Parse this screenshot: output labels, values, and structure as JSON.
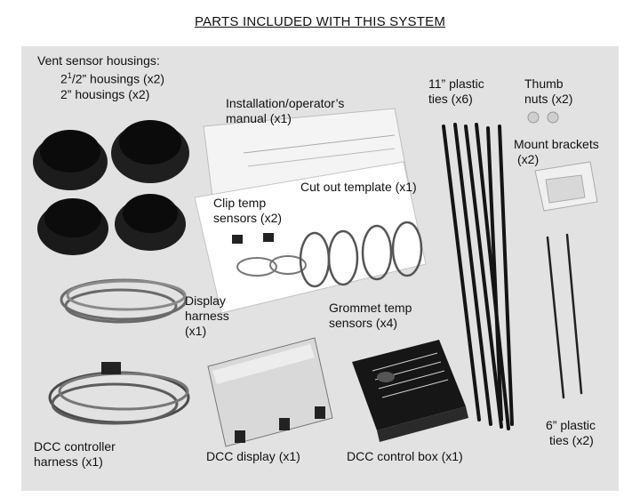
{
  "title": "PARTS INCLUDED WITH THIS SYSTEM",
  "labels": {
    "vent_title": "Vent sensor housings:",
    "vent_l2_a": "2",
    "vent_l2_sup": "1",
    "vent_l2_b": "/2” housings (x2)",
    "vent_l3": "2” housings (x2)",
    "manual_1": "Installation/operator’s",
    "manual_2": "manual (x1)",
    "ties11_1": "11” plastic",
    "ties11_2": "ties (x6)",
    "thumb_1": "Thumb",
    "thumb_2": "nuts (x2)",
    "mount_1": "Mount brackets",
    "mount_2": "(x2)",
    "cutout": "Cut out template (x1)",
    "clip_1": "Clip temp",
    "clip_2": "sensors (x2)",
    "display_harness_1": "Display",
    "display_harness_2": "harness",
    "display_harness_3": "(x1)",
    "grommet_1": "Grommet temp",
    "grommet_2": "sensors (x4)",
    "ties6_1": "6” plastic",
    "ties6_2": "ties (x2)",
    "dcc_harness_1": "DCC controller",
    "dcc_harness_2": "harness (x1)",
    "dcc_display": "DCC display (x1)",
    "dcc_box": "DCC control box (x1)"
  }
}
